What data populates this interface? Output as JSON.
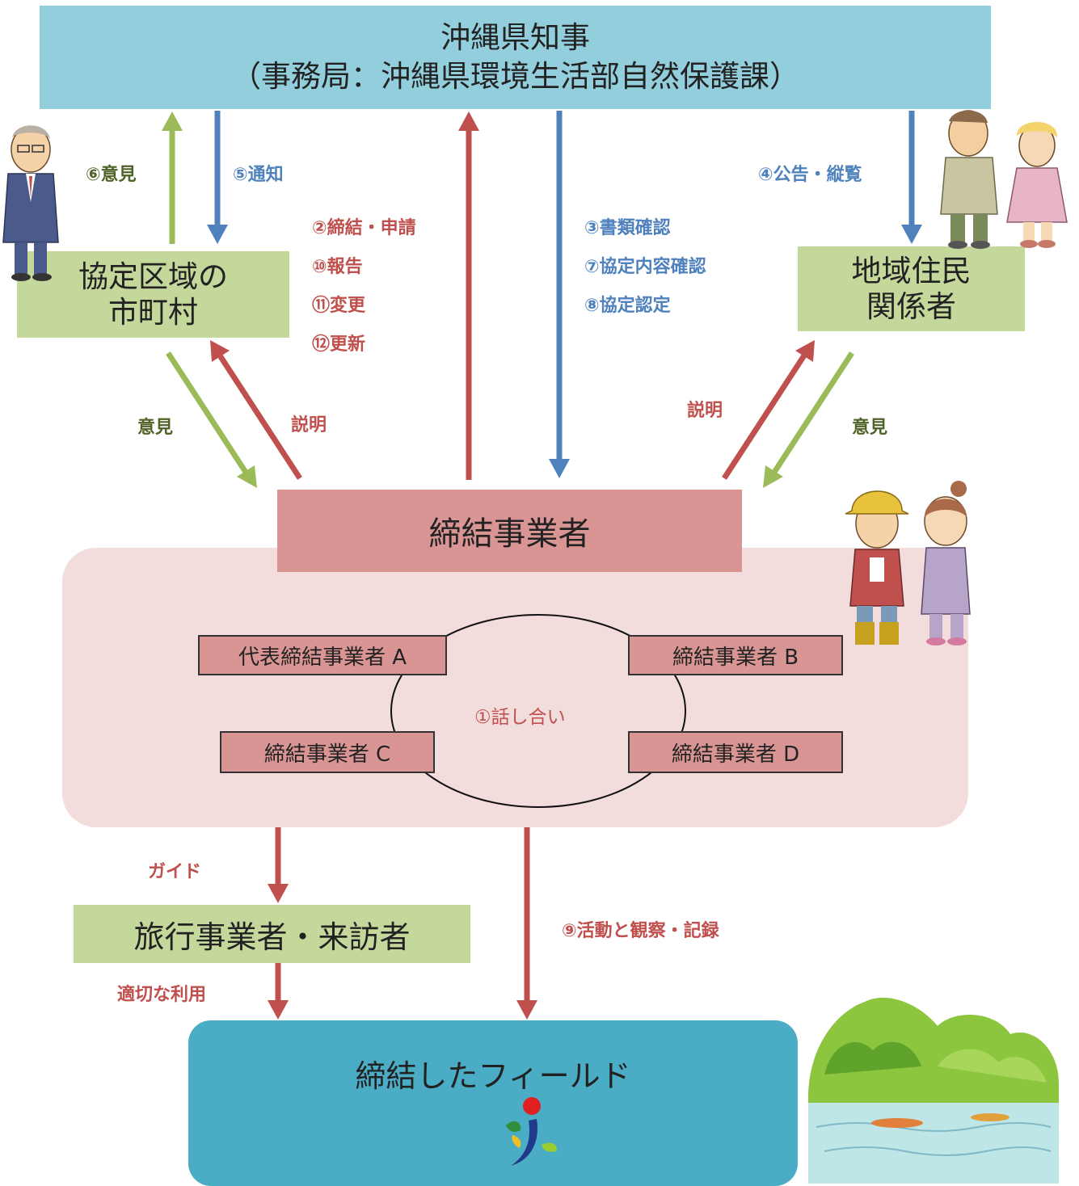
{
  "governor": {
    "title": "沖縄県知事",
    "subtitle": "（事務局：沖縄県環境生活部自然保護課）"
  },
  "municipality": {
    "line1": "協定区域の",
    "line2": "市町村"
  },
  "residents": {
    "line1": "地域住民",
    "line2": "関係者"
  },
  "operator_main": "締結事業者",
  "operators": {
    "a": "代表締結事業者 A",
    "b": "締結事業者 B",
    "c": "締結事業者 C",
    "d": "締結事業者 D",
    "discussion": "①話し合い"
  },
  "travel": "旅行事業者・来訪者",
  "field": "締結したフィールド",
  "labels": {
    "opinion_6": "⑥意見",
    "notify_5": "⑤通知",
    "announce_4": "④公告・縦覧",
    "apply": [
      "②締結・申請",
      "⑩報告",
      "⑪変更",
      "⑫更新"
    ],
    "confirm": [
      "③書類確認",
      "⑦協定内容確認",
      "⑧協定認定"
    ],
    "opinion_left": "意見",
    "explain_left": "説明",
    "explain_right": "説明",
    "opinion_right": "意見",
    "guide": "ガイド",
    "proper_use": "適切な利用",
    "activity_9": "⑨活動と観察・記録"
  },
  "colors": {
    "green": "#9bbb59",
    "blue": "#4f81bd",
    "red": "#c0504d",
    "governor": "#93cedc",
    "municipality": "#c5d89c",
    "operator": "#d99594",
    "field": "#4bacc6",
    "operators_bg": "#f2dcdc"
  }
}
